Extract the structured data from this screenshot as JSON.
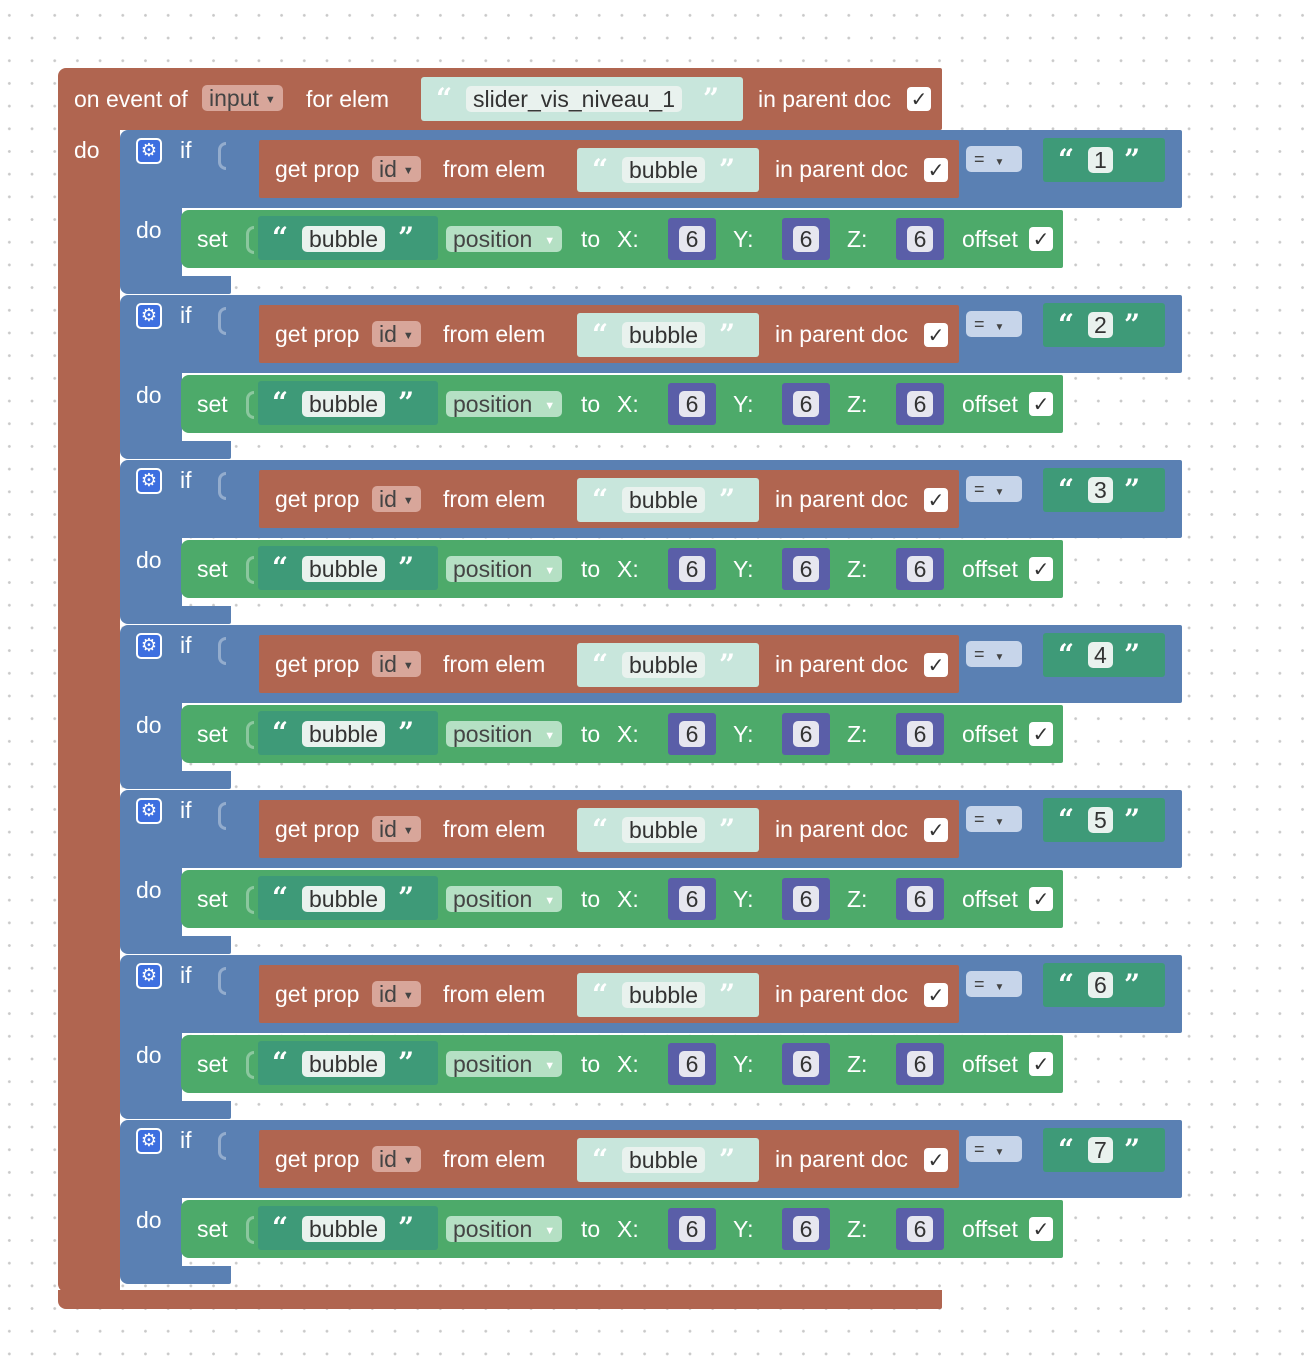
{
  "event_block": {
    "on_event_of_label": "on event of",
    "event_type": "input",
    "for_elem_label": "for elem",
    "elem_id": "slider_vis_niveau_1",
    "in_parent_doc_label": "in parent doc",
    "in_parent_doc_checked": "✓",
    "do_label": "do"
  },
  "if_blocks": [
    {
      "if_label": "if",
      "do_label": "do",
      "get_prop_label": "get prop",
      "prop": "id",
      "from_elem_label": "from elem",
      "elem": "bubble",
      "in_parent_doc_label": "in parent doc",
      "check": "✓",
      "operator": "=",
      "compare_value": "1",
      "set_label": "set",
      "set_elem": "bubble",
      "set_prop": "position",
      "to_label": "to",
      "x_label": "X:",
      "x": "6",
      "y_label": "Y:",
      "y": "6",
      "z_label": "Z:",
      "z": "6",
      "offset_label": "offset",
      "offset_check": "✓"
    },
    {
      "if_label": "if",
      "do_label": "do",
      "get_prop_label": "get prop",
      "prop": "id",
      "from_elem_label": "from elem",
      "elem": "bubble",
      "in_parent_doc_label": "in parent doc",
      "check": "✓",
      "operator": "=",
      "compare_value": "2",
      "set_label": "set",
      "set_elem": "bubble",
      "set_prop": "position",
      "to_label": "to",
      "x_label": "X:",
      "x": "6",
      "y_label": "Y:",
      "y": "6",
      "z_label": "Z:",
      "z": "6",
      "offset_label": "offset",
      "offset_check": "✓"
    },
    {
      "if_label": "if",
      "do_label": "do",
      "get_prop_label": "get prop",
      "prop": "id",
      "from_elem_label": "from elem",
      "elem": "bubble",
      "in_parent_doc_label": "in parent doc",
      "check": "✓",
      "operator": "=",
      "compare_value": "3",
      "set_label": "set",
      "set_elem": "bubble",
      "set_prop": "position",
      "to_label": "to",
      "x_label": "X:",
      "x": "6",
      "y_label": "Y:",
      "y": "6",
      "z_label": "Z:",
      "z": "6",
      "offset_label": "offset",
      "offset_check": "✓"
    },
    {
      "if_label": "if",
      "do_label": "do",
      "get_prop_label": "get prop",
      "prop": "id",
      "from_elem_label": "from elem",
      "elem": "bubble",
      "in_parent_doc_label": "in parent doc",
      "check": "✓",
      "operator": "=",
      "compare_value": "4",
      "set_label": "set",
      "set_elem": "bubble",
      "set_prop": "position",
      "to_label": "to",
      "x_label": "X:",
      "x": "6",
      "y_label": "Y:",
      "y": "6",
      "z_label": "Z:",
      "z": "6",
      "offset_label": "offset",
      "offset_check": "✓"
    },
    {
      "if_label": "if",
      "do_label": "do",
      "get_prop_label": "get prop",
      "prop": "id",
      "from_elem_label": "from elem",
      "elem": "bubble",
      "in_parent_doc_label": "in parent doc",
      "check": "✓",
      "operator": "=",
      "compare_value": "5",
      "set_label": "set",
      "set_elem": "bubble",
      "set_prop": "position",
      "to_label": "to",
      "x_label": "X:",
      "x": "6",
      "y_label": "Y:",
      "y": "6",
      "z_label": "Z:",
      "z": "6",
      "offset_label": "offset",
      "offset_check": "✓"
    },
    {
      "if_label": "if",
      "do_label": "do",
      "get_prop_label": "get prop",
      "prop": "id",
      "from_elem_label": "from elem",
      "elem": "bubble",
      "in_parent_doc_label": "in parent doc",
      "check": "✓",
      "operator": "=",
      "compare_value": "6",
      "set_label": "set",
      "set_elem": "bubble",
      "set_prop": "position",
      "to_label": "to",
      "x_label": "X:",
      "x": "6",
      "y_label": "Y:",
      "y": "6",
      "z_label": "Z:",
      "z": "6",
      "offset_label": "offset",
      "offset_check": "✓"
    },
    {
      "if_label": "if",
      "do_label": "do",
      "get_prop_label": "get prop",
      "prop": "id",
      "from_elem_label": "from elem",
      "elem": "bubble",
      "in_parent_doc_label": "in parent doc",
      "check": "✓",
      "operator": "=",
      "compare_value": "7",
      "set_label": "set",
      "set_elem": "bubble",
      "set_prop": "position",
      "to_label": "to",
      "x_label": "X:",
      "x": "6",
      "y_label": "Y:",
      "y": "6",
      "z_label": "Z:",
      "z": "6",
      "offset_label": "offset",
      "offset_check": "✓"
    }
  ],
  "colors": {
    "event_block": "#b06550",
    "if_block": "#5a80b3",
    "set_block": "#4daa6a",
    "string_light": "#c8e6dc",
    "string_dark": "#3e9a78",
    "number_block": "#5a5ea8",
    "gear_icon": "#3d6fe0"
  }
}
